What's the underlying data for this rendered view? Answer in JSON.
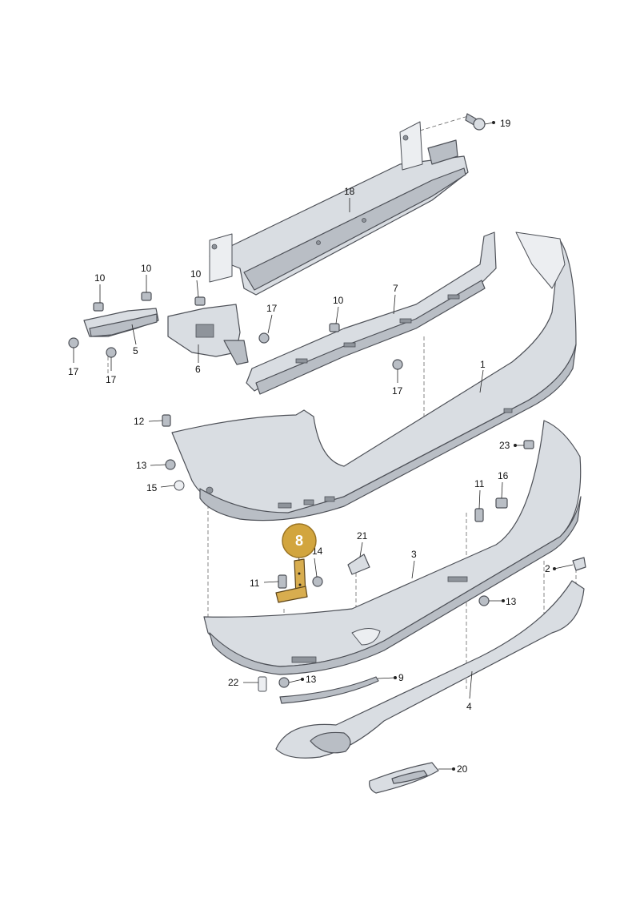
{
  "highlight_callout": {
    "number": "8",
    "color": "#d2a53e"
  },
  "callouts": {
    "c1": "1",
    "c2": "2",
    "c3": "3",
    "c4": "4",
    "c5": "5",
    "c6": "6",
    "c7": "7",
    "c9": "9",
    "c10a": "10",
    "c10b": "10",
    "c10c": "10",
    "c10d": "10",
    "c11a": "11",
    "c11b": "11",
    "c12": "12",
    "c13a": "13",
    "c13b": "13",
    "c13c": "13",
    "c14": "14",
    "c15": "15",
    "c16": "16",
    "c17a": "17",
    "c17b": "17",
    "c17c": "17",
    "c17d": "17",
    "c18": "18",
    "c19": "19",
    "c20": "20",
    "c21": "21",
    "c22": "22",
    "c23": "23"
  }
}
